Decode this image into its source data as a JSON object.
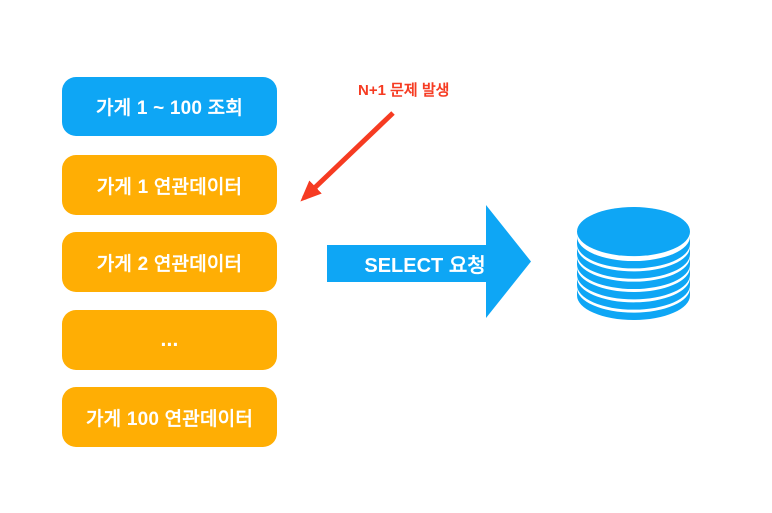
{
  "colors": {
    "box_blue": "#0ea6f5",
    "box_orange": "#ffae04",
    "annotation_red": "#f63b22",
    "arrow_blue": "#0ea6f5",
    "database_blue": "#0ea6f5",
    "text_on_box": "#ffffff",
    "background": "#ffffff"
  },
  "flow": {
    "boxes": [
      {
        "label": "가게 1 ~ 100 조회",
        "type": "query"
      },
      {
        "label": "가게 1 연관데이터",
        "type": "related"
      },
      {
        "label": "가게 2 연관데이터",
        "type": "related"
      },
      {
        "label": "...",
        "type": "related"
      },
      {
        "label": "가게 100 연관데이터",
        "type": "related"
      }
    ]
  },
  "annotation": {
    "label": "N+1 문제 발생"
  },
  "request_arrow": {
    "label": "SELECT 요청"
  },
  "database": {
    "icon": "database-icon"
  }
}
